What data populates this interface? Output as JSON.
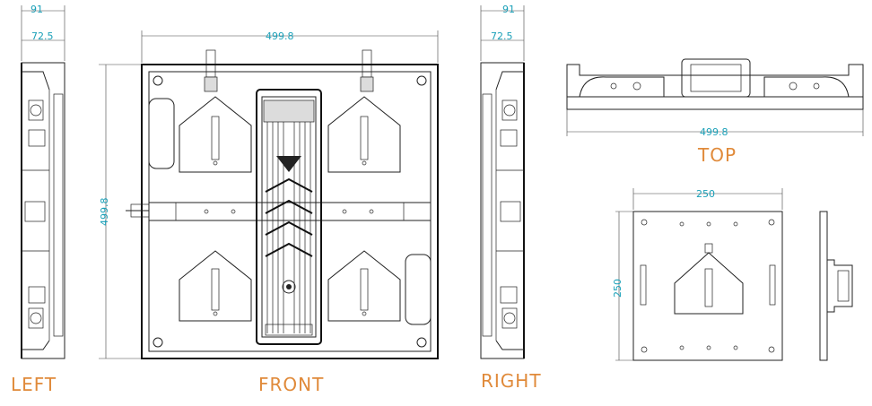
{
  "views": {
    "left": {
      "label": "LEFT",
      "dim_depth": "91",
      "dim_inner": "72.5"
    },
    "front": {
      "label": "FRONT",
      "dim_width": "499.8",
      "dim_height": "499.8"
    },
    "right": {
      "label": "RIGHT",
      "dim_depth": "91",
      "dim_inner": "72.5"
    },
    "top": {
      "label": "TOP",
      "dim_width": "499.8"
    },
    "module": {
      "dim_width": "250",
      "dim_height": "250"
    }
  },
  "colors": {
    "dimension": "#1aa0b8",
    "label": "#e08a3a",
    "line": "#222222"
  }
}
